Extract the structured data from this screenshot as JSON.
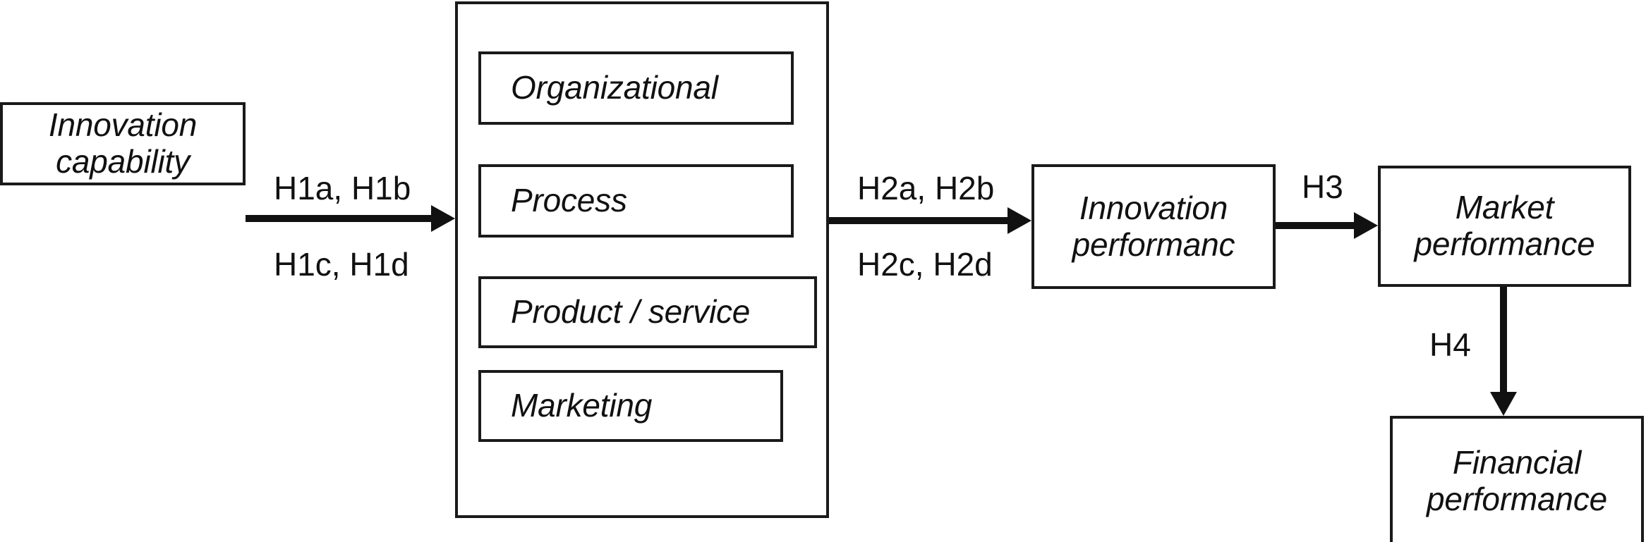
{
  "diagram": {
    "title": "Innovation capability to performance research model",
    "theme": {
      "stroke": "#1a1a1a",
      "text": "#111111",
      "background": "#ffffff"
    },
    "nodes": {
      "innovation_capability": {
        "label": "Innovation\ncapability"
      },
      "innovation_types_group": {
        "label": ""
      },
      "organizational": {
        "label": "Organizational"
      },
      "process": {
        "label": "Process"
      },
      "product_service": {
        "label": "Product / service"
      },
      "marketing": {
        "label": "Marketing"
      },
      "innovation_performance": {
        "label": "Innovation\nperformanc"
      },
      "market_performance": {
        "label": "Market\nperformance"
      },
      "financial_performance": {
        "label": "Financial\nperformance"
      }
    },
    "edges": {
      "h1_top": {
        "label": "H1a, H1b"
      },
      "h1_bottom": {
        "label": "H1c, H1d"
      },
      "h2_top": {
        "label": "H2a, H2b"
      },
      "h2_bottom": {
        "label": "H2c, H2d"
      },
      "h3": {
        "label": "H3"
      },
      "h4": {
        "label": "H4"
      }
    }
  }
}
